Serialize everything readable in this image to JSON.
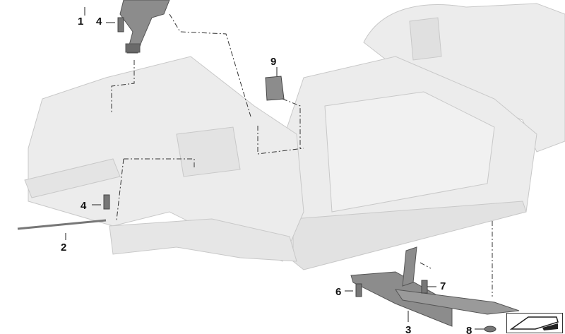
{
  "diagram": {
    "callouts": {
      "c1": "1",
      "c2": "2",
      "c3": "3",
      "c4a": "4",
      "c4b": "4",
      "c6": "6",
      "c7": "7",
      "c8": "8",
      "c9": "9"
    },
    "colors": {
      "body": "#e9e9e9",
      "body_edge": "#c4c4c4",
      "part": "#8a8a8a",
      "part_dark": "#5e5e5e",
      "leader": "#222222"
    }
  }
}
